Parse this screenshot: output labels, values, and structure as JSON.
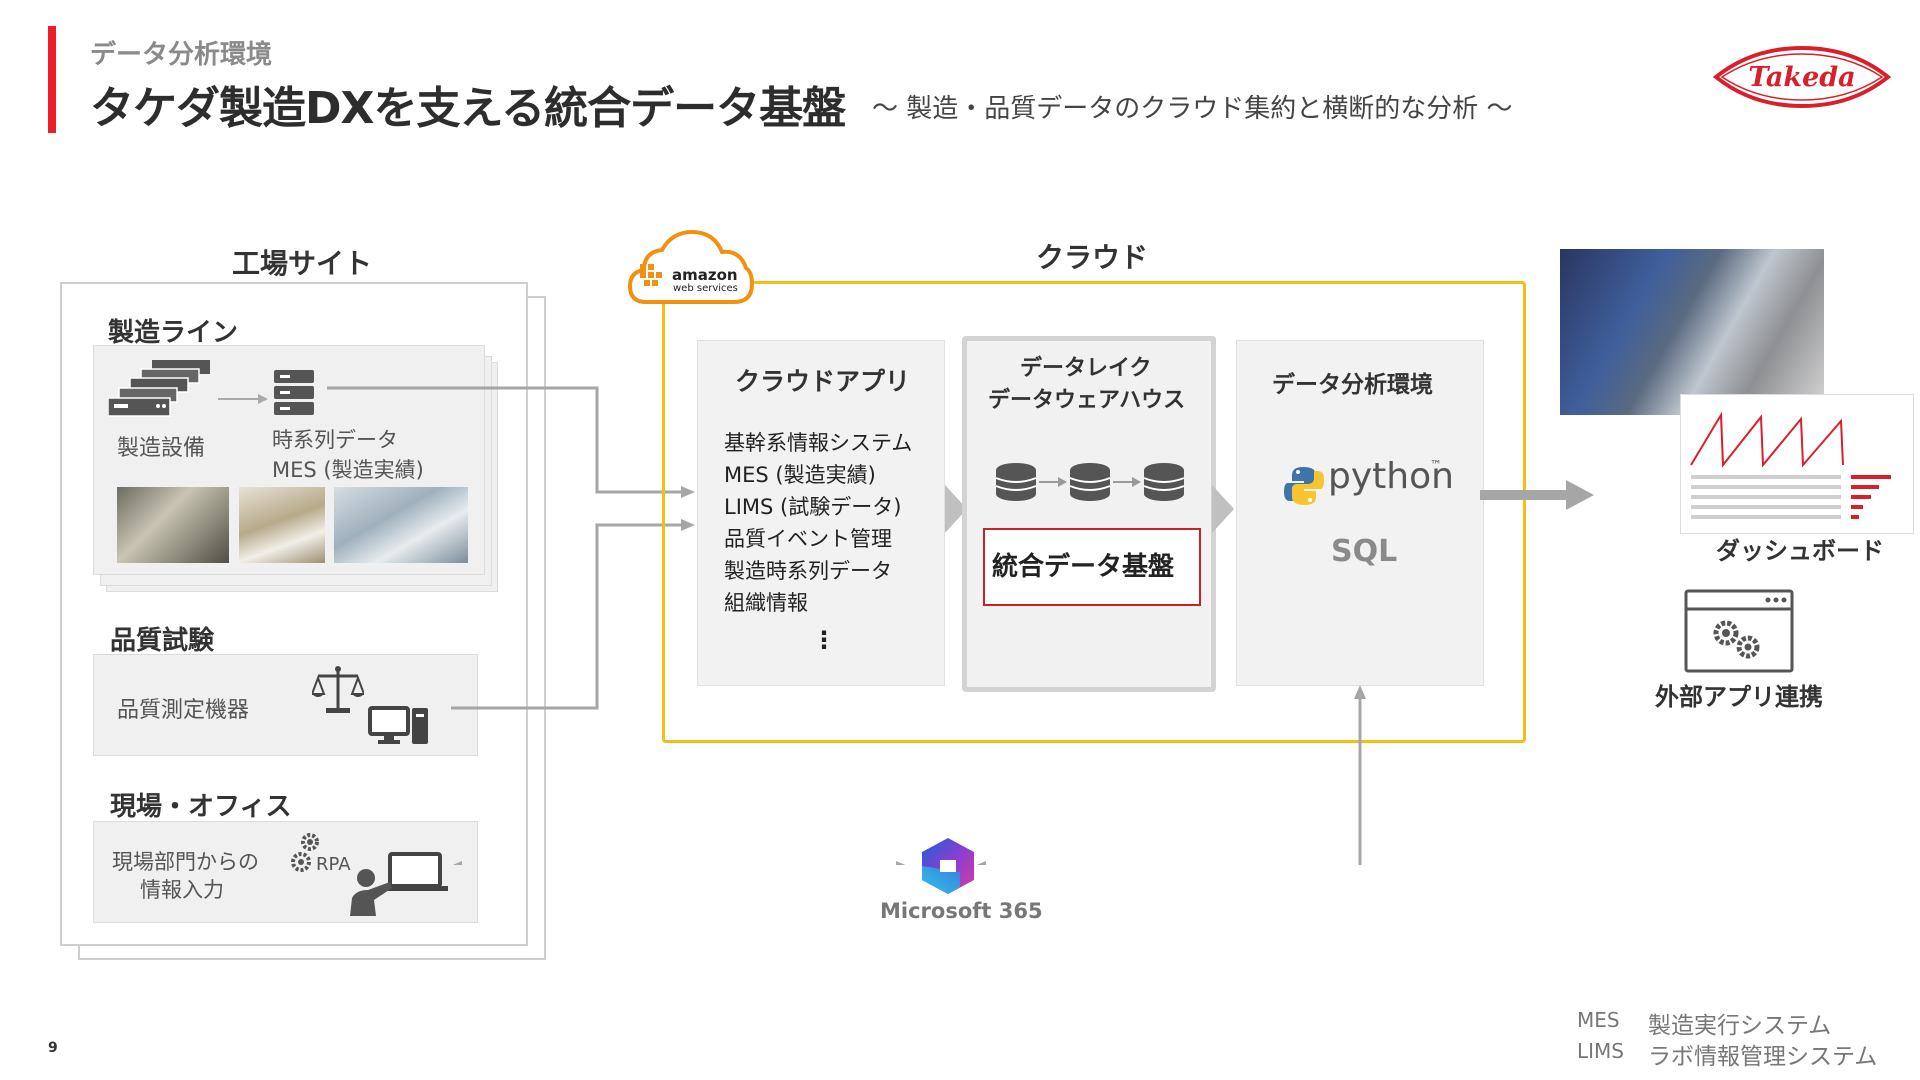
{
  "header": {
    "subtitle": "データ分析環境",
    "title": "タケダ製造DXを支える統合データ基盤",
    "tagline": "～ 製造・品質データのクラウド集約と横断的な分析 ～",
    "logo_text": "Takeda"
  },
  "factory": {
    "title": "工場サイト",
    "line": {
      "title": "製造ライン",
      "equipment_label": "製造設備",
      "data_label_1": "時系列データ",
      "data_label_2": "MES (製造実績)"
    },
    "quality": {
      "title": "品質試験",
      "device_label": "品質測定機器"
    },
    "office": {
      "title": "現場・オフィス",
      "input_label_1": "現場部門からの",
      "input_label_2": "情報入力",
      "rpa_label": "RPA"
    }
  },
  "cloud": {
    "title": "クラウド",
    "aws_badge_1": "amazon",
    "aws_badge_2": "web services",
    "app": {
      "title": "クラウドアプリ",
      "items": [
        "基幹系情報システム",
        "MES (製造実績)",
        "LIMS (試験データ)",
        "品質イベント管理",
        "製造時系列データ",
        "組織情報"
      ],
      "more": "⋮"
    },
    "lake": {
      "title_1": "データレイク",
      "title_2": "データウェアハウス",
      "integrated": "統合データ基盤"
    },
    "analysis": {
      "title": "データ分析環境",
      "python": "python",
      "python_tm": "™",
      "sql": "SQL"
    }
  },
  "outputs": {
    "dashboard": "ダッシュボード",
    "external": "外部アプリ連携"
  },
  "m365": "Microsoft 365",
  "footnotes": [
    {
      "abbr": "MES",
      "desc": "製造実行システム"
    },
    {
      "abbr": "LIMS",
      "desc": "ラボ情報管理システム"
    }
  ],
  "page_number": "9",
  "colors": {
    "accent_red": "#e8202a",
    "cloud_yellow": "#f6bd16",
    "aws_orange": "#f29111",
    "arrow_gray": "#a6a6a6"
  }
}
